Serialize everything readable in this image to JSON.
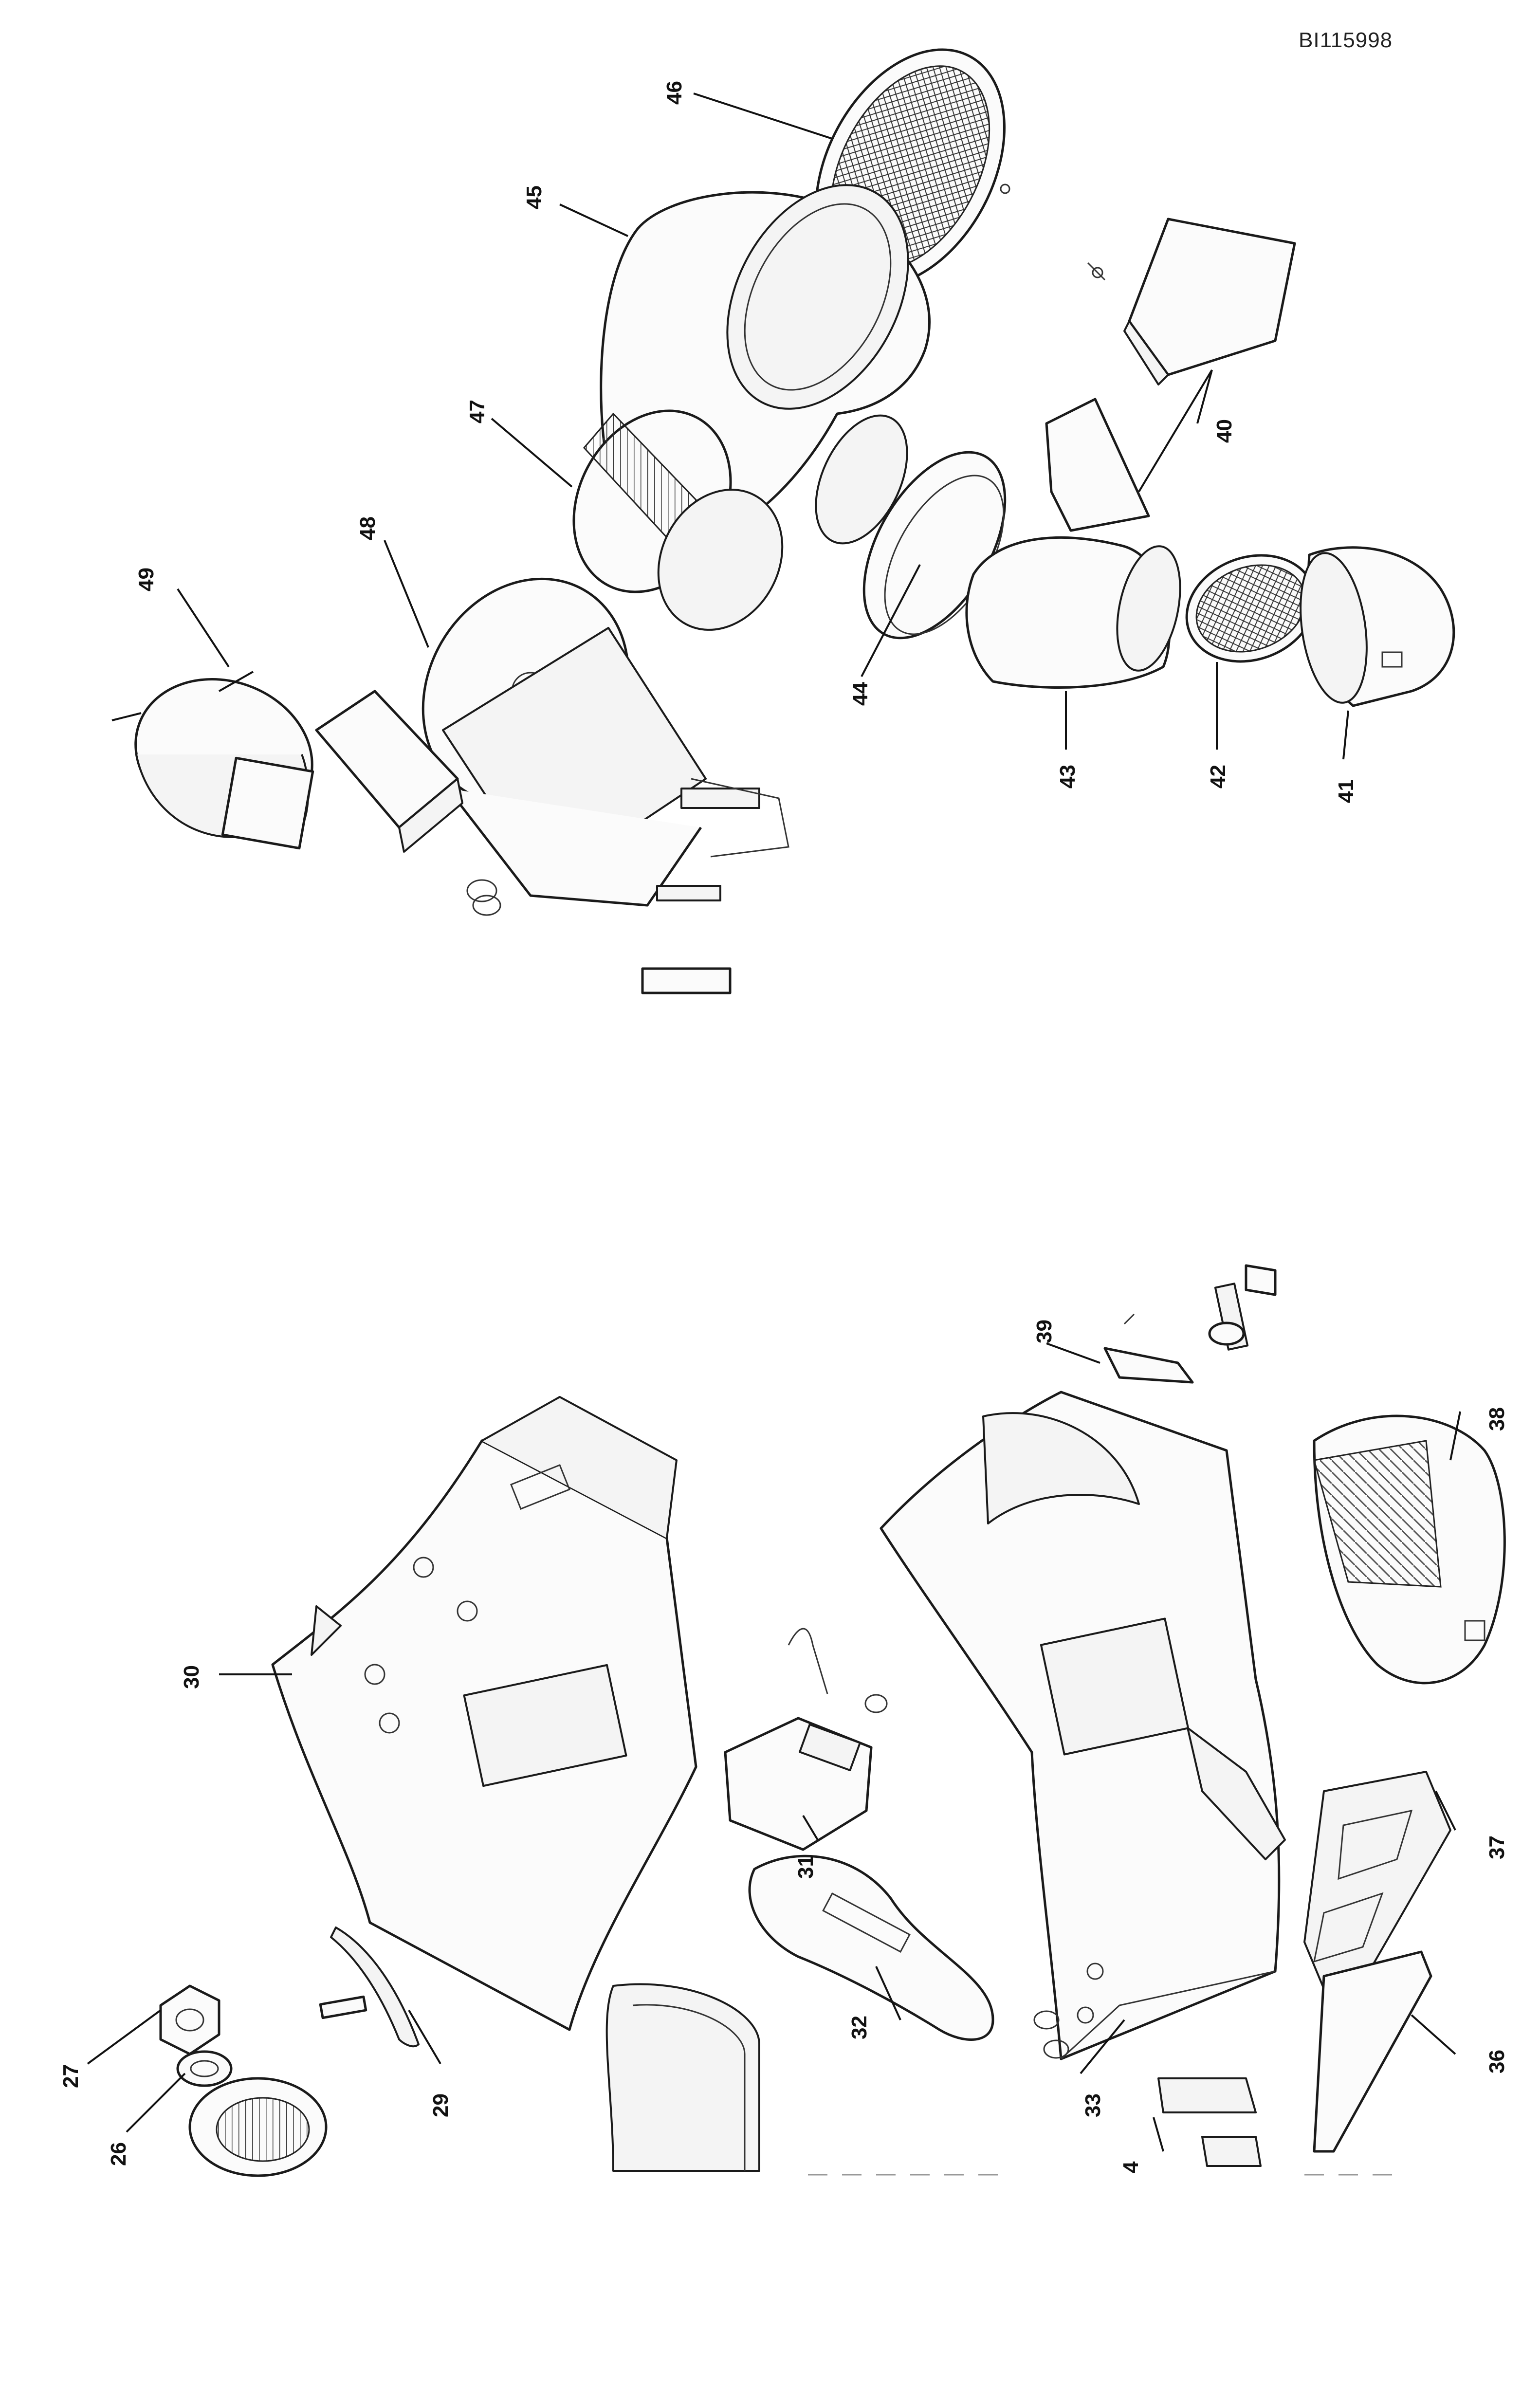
{
  "document_id": "BI115998",
  "callouts": {
    "c46": "46",
    "c45": "45",
    "c47": "47",
    "c48": "48",
    "c49": "49",
    "c40": "40",
    "c44": "44",
    "c43": "43",
    "c42": "42",
    "c41": "41",
    "c30": "30",
    "c31": "31",
    "c32": "32",
    "c33": "33",
    "c34": "4",
    "c36": "36",
    "c37": "37",
    "c38": "38",
    "c39": "39",
    "c27": "27",
    "c26": "26",
    "c29": "29"
  }
}
